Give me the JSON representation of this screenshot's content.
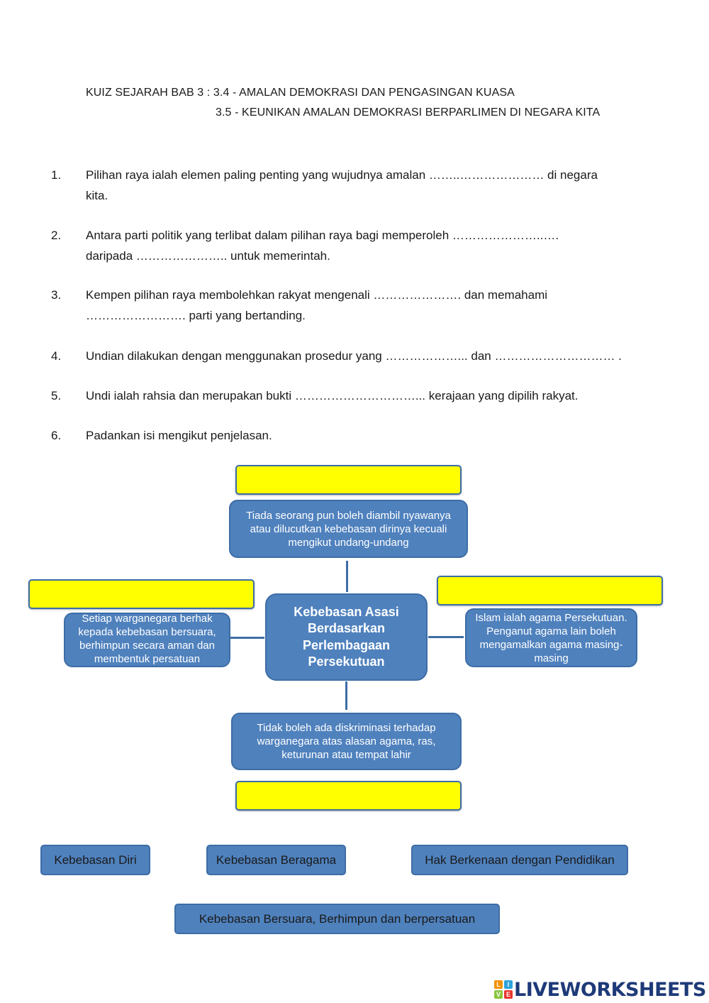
{
  "header": {
    "line1": "KUIZ SEJARAH BAB 3 : 3.4 - AMALAN DEMOKRASI DAN PENGASINGAN KUASA",
    "line2": "3.5 - KEUNIKAN AMALAN DEMOKRASI BERPARLIMEN DI NEGARA KITA"
  },
  "questions": [
    {
      "num": "1.",
      "line1": "Pilihan raya ialah elemen paling penting yang wujudnya amalan  ……..………………… di negara",
      "line2": "kita."
    },
    {
      "num": "2.",
      "line1": "Antara parti politik yang terlibat dalam pilihan raya bagi memperoleh …………………..….",
      "line2": "daripada …………………..  untuk memerintah."
    },
    {
      "num": "3.",
      "line1": "Kempen pilihan raya membolehkan rakyat mengenali …………………. dan memahami",
      "line2": "……………………. parti yang bertanding."
    },
    {
      "num": "4.",
      "line1": "Undian dilakukan dengan menggunakan prosedur yang ………………... dan ………………………… ."
    },
    {
      "num": "5.",
      "line1": "Undi ialah rahsia dan merupakan bukti …………………………... kerajaan yang dipilih rakyat."
    },
    {
      "num": "6.",
      "line1": "Padankan isi mengikut penjelasan."
    }
  ],
  "diagram": {
    "center": "Kebebasan Asasi Berdasarkan Perlembagaan Persekutuan",
    "top": "Tiada seorang pun boleh diambil nyawanya atau dilucutkan kebebasan dirinya kecuali mengikut undang-undang",
    "left": "Setiap warganegara berhak kepada kebebasan bersuara, berhimpun secara aman dan membentuk persatuan",
    "right": "Islam ialah agama Persekutuan. Penganut agama lain boleh mengamalkan agama masing-masing",
    "bottom": "Tidak boleh ada diskriminasi terhadap warganegara atas alasan agama, ras, keturunan atau tempat lahir"
  },
  "options": {
    "opt1": "Kebebasan Diri",
    "opt2": "Kebebasan Beragama",
    "opt3": "Hak Berkenaan dengan Pendidikan",
    "opt4": "Kebebasan Bersuara, Berhimpun dan berpersatuan"
  },
  "logo": {
    "text": "LIVEWORKSHEETS",
    "tile1": "L",
    "tile2": "I",
    "tile3": "V",
    "tile4": "E",
    "colors": [
      "#f39200",
      "#2ea3dc",
      "#8cc63f",
      "#e8352e"
    ]
  }
}
